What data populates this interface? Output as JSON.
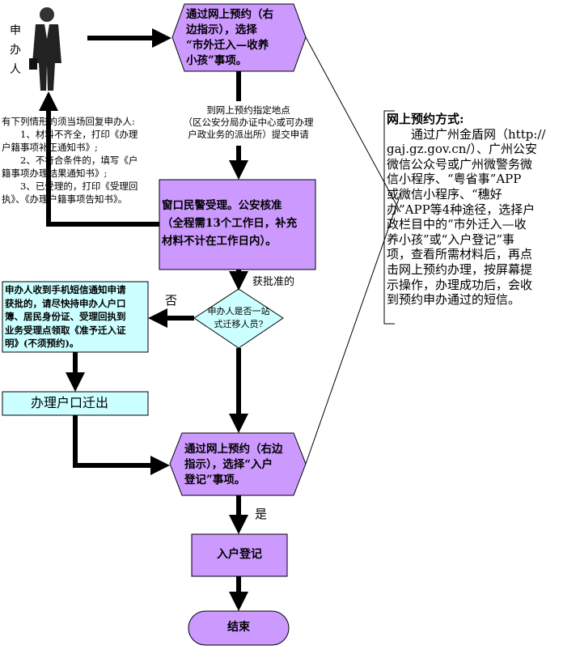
{
  "applicant_label": "申办人",
  "step1": {
    "lines": [
      "通过网上预约（右",
      "边指示），选择",
      "“市外迁入—收养",
      "小孩”事项。"
    ]
  },
  "submit_note": {
    "lines": [
      "到网上预约指定地点",
      "（区公安分局办证中心或可办理",
      "户政业务的派出所）提交申请"
    ]
  },
  "reply_note": {
    "lines": [
      "有下列情形的须当场回复申办人:",
      "　　1、材料不齐全，打印《办理",
      "户籍事项补正通知书》;",
      "　　2、不符合条件的，填写《户",
      "籍事项办理结果通知书》;",
      "　　3、已受理的，打印《受理回",
      "执》、《办理户籍事项告知书》。"
    ]
  },
  "step2": {
    "lines": [
      "窗口民警受理。公安核准",
      "（全程需13个工作日，补充",
      "材料不计在工作日内）。"
    ]
  },
  "approved_label": "获批准的",
  "decision": {
    "lines": [
      "申办人是否一站",
      "式迁移人员?"
    ]
  },
  "no_label": "否",
  "yes_label": "是",
  "sms_box": {
    "lines": [
      "申办人收到手机短信通知申请",
      "获批的，请尽快持申办人户口",
      "簿、居民身份证、受理回执到",
      "业务受理点领取《准予迁入证",
      "明》(不须预约)。"
    ]
  },
  "move_out": "办理户口迁出",
  "step3": {
    "lines": [
      "通过网上预约（右边",
      "指示），选择“入户",
      "登记”事项。"
    ]
  },
  "register": "入户登记",
  "end": "结束",
  "online_box": {
    "title": "网上预约方式:",
    "lines": [
      "　　通过广州金盾网（http://",
      "gaj.gz.gov.cn/）、广州公安",
      "微信公众号或广州微警务微",
      "信小程序、“粤省事”APP",
      "或微信小程序、“穗好",
      "办”APP等4种途径，选择户",
      "政栏目中的“市外迁入—收",
      "养小孩”或“入户登记”事",
      "项，查看所需材料后，再点",
      "击网上预约办理，按屏幕提",
      "示操作，办理成功后，会收",
      "到预约申办通过的短信。"
    ]
  },
  "colors": {
    "purple": "#CC99FF",
    "cyan": "#CCFFFF",
    "end": "#CC99FF"
  }
}
